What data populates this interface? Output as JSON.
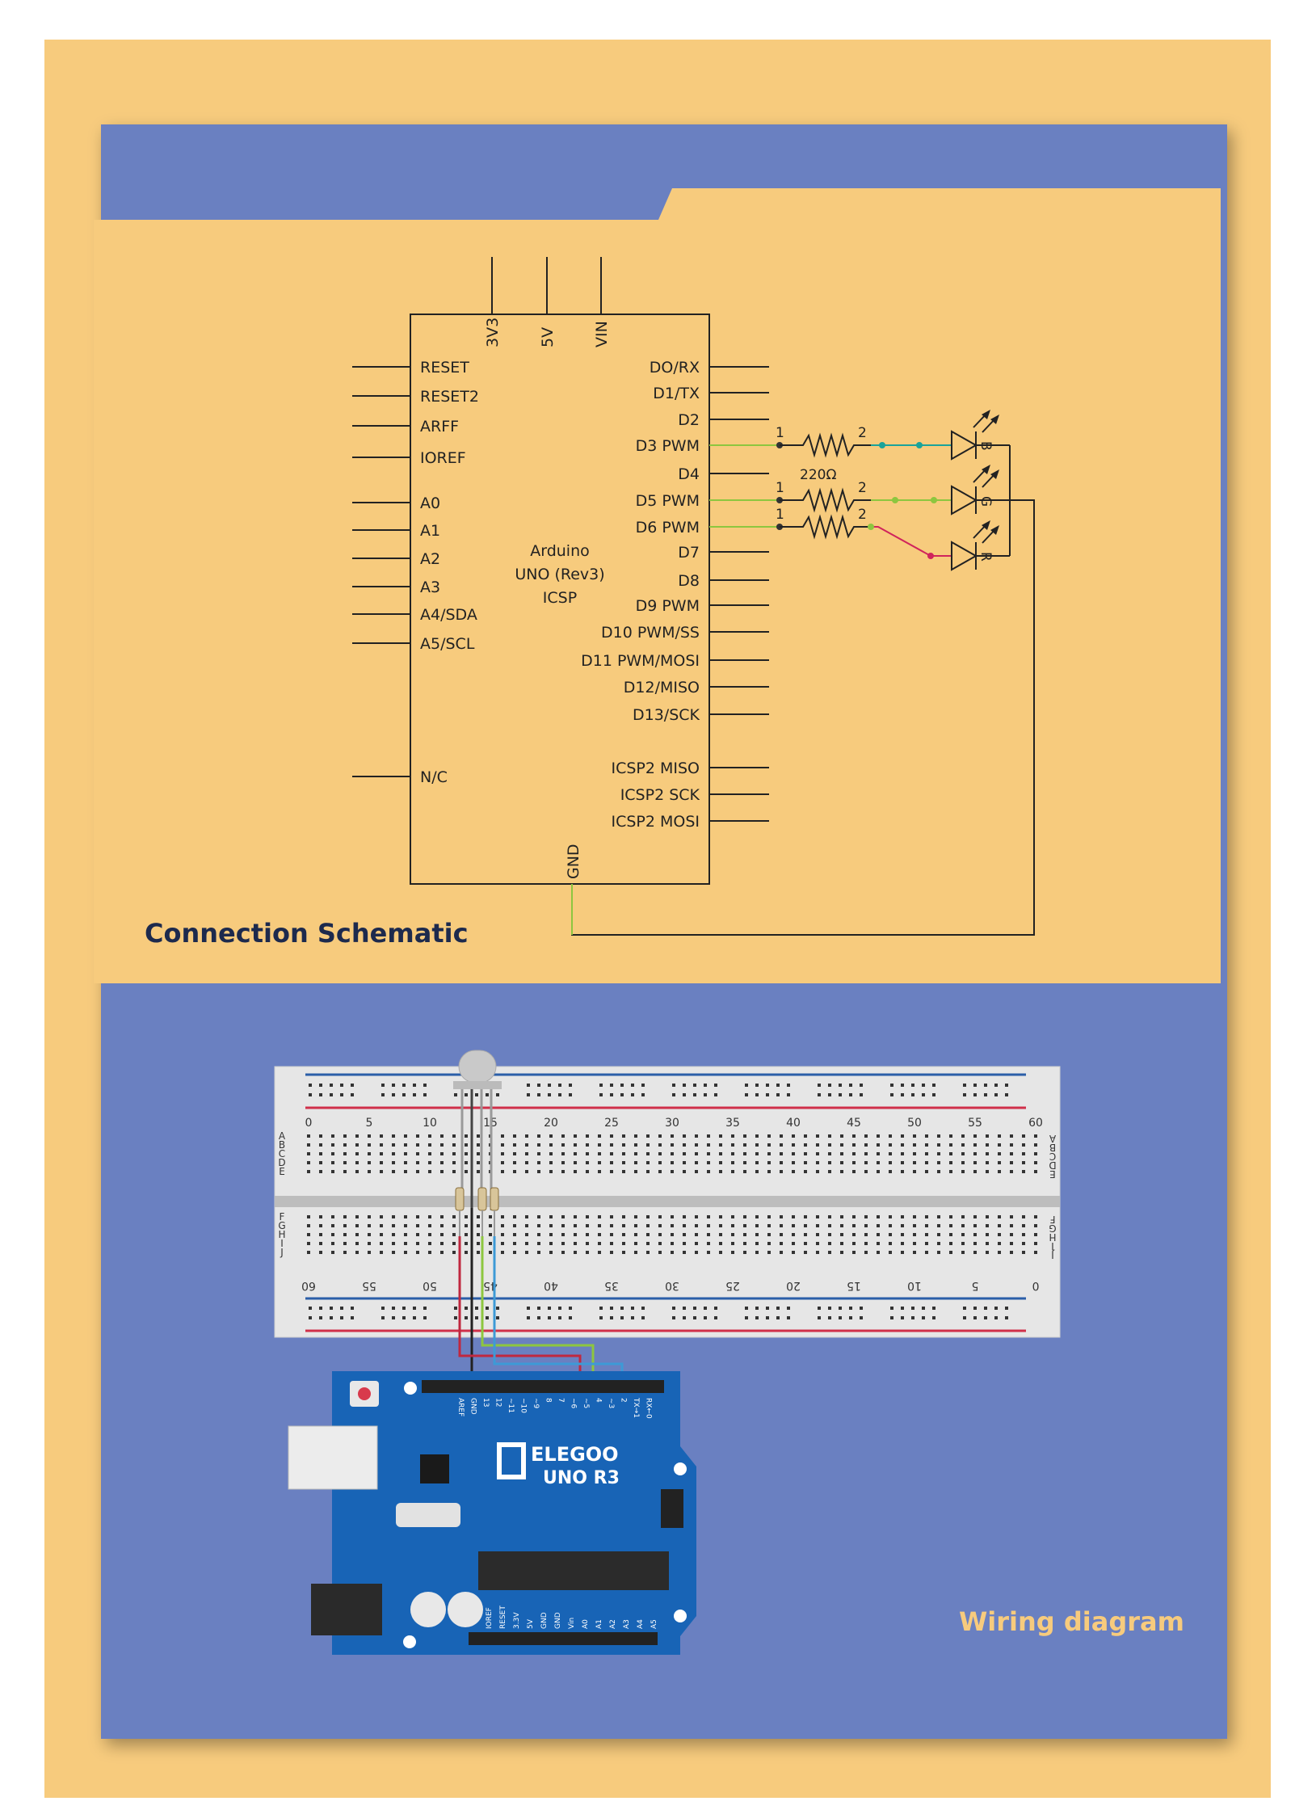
{
  "schematic": {
    "title": "Connection Schematic",
    "top_pins": [
      "3V3",
      "5V",
      "VIN"
    ],
    "left_pins": [
      "RESET",
      "RESET2",
      "ARFF",
      "IOREF",
      "A0",
      "A1",
      "A2",
      "A3",
      "A4/SDA",
      "A5/SCL",
      "N/C"
    ],
    "right_pins": [
      "DO/RX",
      "D1/TX",
      "D2",
      "D3 PWM",
      "D4",
      "D5 PWM",
      "D6 PWM",
      "D7",
      "D8",
      "D9 PWM",
      "D10 PWM/SS",
      "D11 PWM/MOSI",
      "D12/MISO",
      "D13/SCK",
      "ICSP2 MISO",
      "ICSP2 SCK",
      "ICSP2 MOSI"
    ],
    "bottom_pin": "GND",
    "chip_label": [
      "Arduino",
      "UNO (Rev3)",
      "ICSP"
    ],
    "resistor_value": "220Ω",
    "resistor_terminals": [
      "1",
      "2"
    ],
    "led_labels": [
      "B",
      "G",
      "R"
    ]
  },
  "wiring": {
    "title": "Wiring diagram",
    "column_numbers_top": [
      "0",
      "5",
      "10",
      "15",
      "20",
      "25",
      "30",
      "35",
      "40",
      "45",
      "50",
      "55",
      "60"
    ],
    "column_numbers_bottom": [
      "60",
      "55",
      "50",
      "45",
      "40",
      "35",
      "30",
      "25",
      "20",
      "15",
      "10",
      "5",
      "0"
    ],
    "row_letters_top": [
      "A",
      "B",
      "C",
      "D",
      "E"
    ],
    "row_letters_bottom": [
      "F",
      "G",
      "H",
      "I",
      "J"
    ],
    "board_brand": "ELEGOO",
    "board_model": "UNO R3",
    "digital_header": [
      "AREF",
      "GND",
      "13",
      "12",
      "~11",
      "~10",
      "~9",
      "8",
      "7",
      "~6",
      "~5",
      "4",
      "~3",
      "2",
      "TX→1",
      "RX←0"
    ],
    "power_header": [
      "IOREF",
      "RESET",
      "3.3V",
      "5V",
      "GND",
      "GND",
      "Vin",
      "A0",
      "A1",
      "A2",
      "A3",
      "A4",
      "A5"
    ]
  },
  "colors": {
    "page_border": "#f7cb7d",
    "panel_blue": "#6a80c1",
    "panel_cream": "#f7cb7d",
    "title_navy": "#1d2a4d",
    "wiring_title": "#f7cb7d",
    "wire_green": "#8dc63f",
    "wire_red": "#d0245c",
    "wire_teal": "#1aa39a",
    "board_blue": "#1864b6"
  }
}
